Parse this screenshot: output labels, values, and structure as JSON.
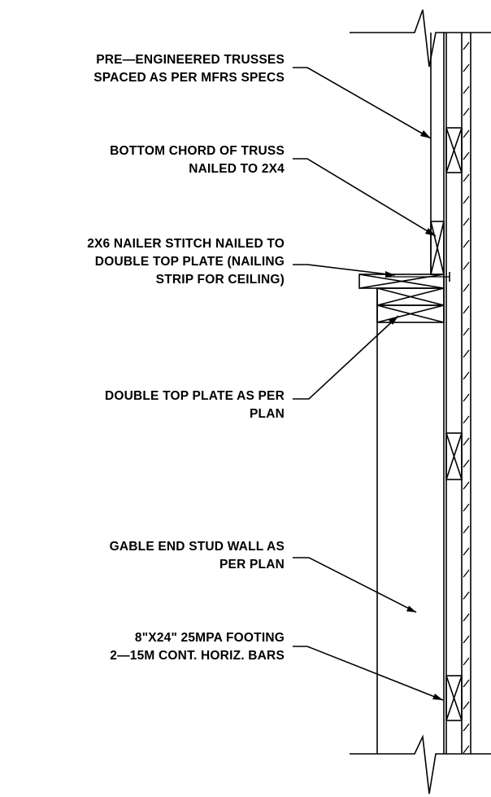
{
  "labels": [
    {
      "id": "trusses",
      "lines": [
        "PRE—ENGINEERED TRUSSES",
        "SPACED AS PER MFRS SPECS"
      ]
    },
    {
      "id": "bottom-chord",
      "lines": [
        "BOTTOM CHORD OF TRUSS",
        "NAILED TO 2X4"
      ]
    },
    {
      "id": "nailer",
      "lines": [
        "2X6 NAILER STITCH NAILED TO",
        "DOUBLE TOP PLATE (NAILING",
        "STRIP FOR CEILING)"
      ]
    },
    {
      "id": "top-plate",
      "lines": [
        "DOUBLE TOP PLATE AS PER",
        "PLAN"
      ]
    },
    {
      "id": "stud-wall",
      "lines": [
        "GABLE END STUD WALL AS",
        "PER PLAN"
      ]
    },
    {
      "id": "footing",
      "lines": [
        "8\"X24\" 25MPA FOOTING",
        "2—15M CONT. HORIZ. BARS"
      ]
    }
  ],
  "colors": {
    "line": "#000000",
    "background": "#ffffff"
  }
}
